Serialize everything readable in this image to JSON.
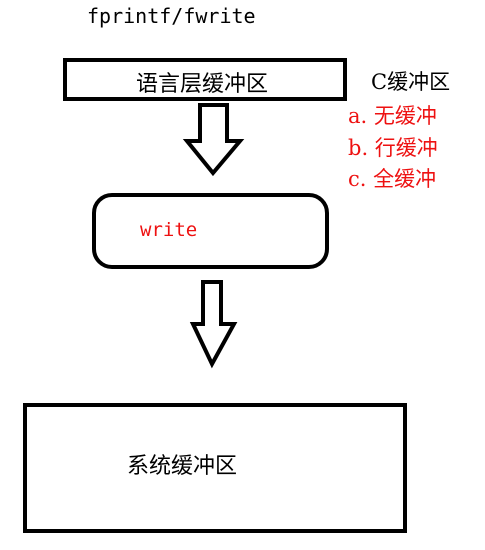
{
  "top_label": "fprintf/fwrite",
  "language_buffer": "语言层缓冲区",
  "c_buffer": {
    "title": "C缓冲区",
    "items": [
      "a. 无缓冲",
      "b. 行缓冲",
      "c. 全缓冲"
    ]
  },
  "write_node": "write",
  "system_buffer": "系统缓冲区",
  "colors": {
    "outline": "#000000",
    "highlight_text": "#ee1111",
    "background": "#ffffff"
  }
}
